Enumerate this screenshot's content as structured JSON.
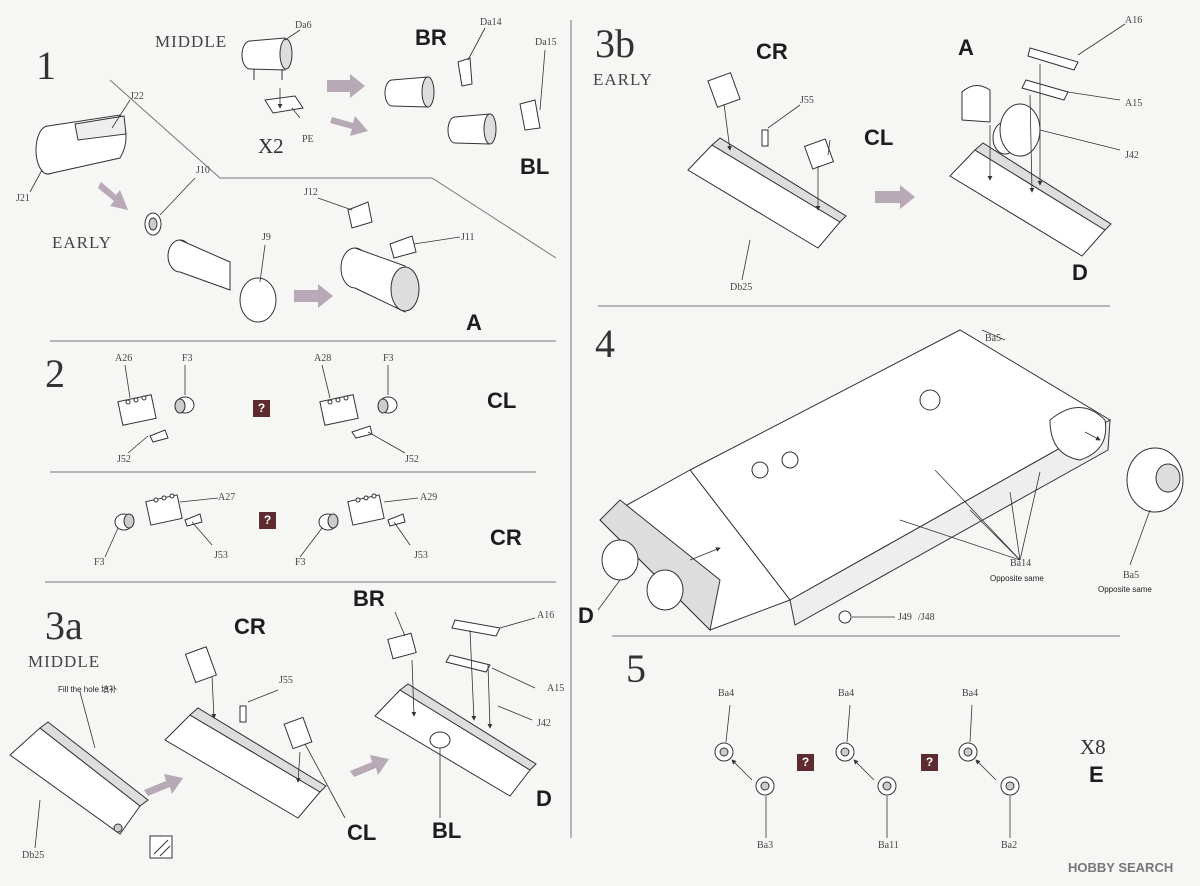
{
  "steps": {
    "s1": {
      "number": "1",
      "middle": "MIDDLE",
      "early": "EARLY",
      "x2": "X2",
      "pe": "PE",
      "br": "BR",
      "bl": "BL",
      "a": "A",
      "parts": {
        "da6": "Da6",
        "da14": "Da14",
        "da15": "Da15",
        "j22": "J22",
        "j21": "J21",
        "j10": "J10",
        "j9": "J9",
        "j12": "J12",
        "j11": "J11"
      }
    },
    "s2": {
      "number": "2",
      "cl": "CL",
      "cr": "CR",
      "parts": {
        "a26": "A26",
        "f3": "F3",
        "j52": "J52",
        "a28": "A28",
        "a27": "A27",
        "j53": "J53",
        "a29": "A29"
      }
    },
    "s3a": {
      "number": "3a",
      "middle": "MIDDLE",
      "fill_hole": "Fill the hole 填补",
      "cr": "CR",
      "cl": "CL",
      "br": "BR",
      "bl": "BL",
      "d": "D",
      "parts": {
        "j55": "J55",
        "a16": "A16",
        "a15": "A15",
        "j42": "J42",
        "db25": "Db25"
      }
    },
    "s3b": {
      "number": "3b",
      "early": "EARLY",
      "cr": "CR",
      "cl": "CL",
      "a": "A",
      "d": "D",
      "parts": {
        "j55": "J55",
        "db25": "Db25",
        "a16": "A16",
        "a15": "A15",
        "j42": "J42"
      }
    },
    "s4": {
      "number": "4",
      "d": "D",
      "parts": {
        "ba14": "Ba14",
        "ba5": "Ba5",
        "j49": "J49",
        "j48": "/J48"
      },
      "opposite_same": "Opposite same"
    },
    "s5": {
      "number": "5",
      "x8": "X8",
      "e": "E",
      "parts": {
        "ba4": "Ba4",
        "ba3": "Ba3",
        "ba11": "Ba11",
        "ba2": "Ba2"
      }
    }
  },
  "question_mark": "?",
  "watermark": "HOBBY SEARCH",
  "colors": {
    "arrow": "#b7a9b5",
    "line": "#555555",
    "qbox": "#5e2b30"
  }
}
